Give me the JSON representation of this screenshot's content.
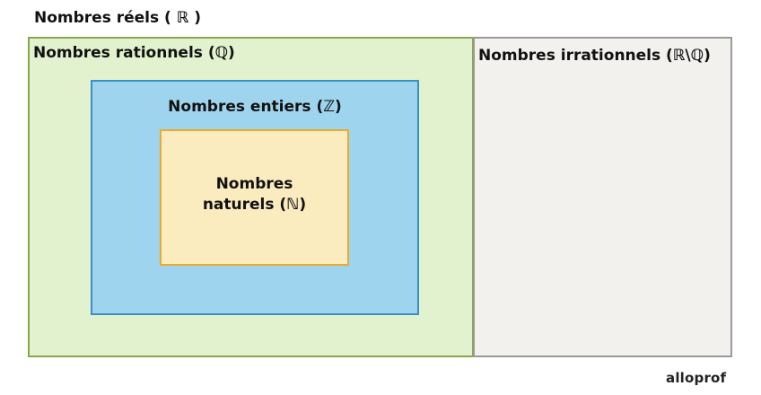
{
  "title": "Nombres réels ( ℝ )",
  "sets": {
    "rationals": "Nombres rationnels (ℚ)",
    "irrationals": "Nombres irrationnels (ℝ\\ℚ)",
    "integers": "Nombres entiers (ℤ)",
    "naturals_line1": "Nombres",
    "naturals_line2": "naturels (ℕ)"
  },
  "brand": "alloprof",
  "colors": {
    "rationals_fill": "#e2f2cf",
    "rationals_border": "#86a84a",
    "irrationals_fill": "#f2f1ee",
    "irrationals_border": "#9a9a9a",
    "integers_fill": "#9fd4ef",
    "integers_border": "#3a8fc6",
    "naturals_fill": "#fbecc0",
    "naturals_border": "#e8ab2d"
  }
}
